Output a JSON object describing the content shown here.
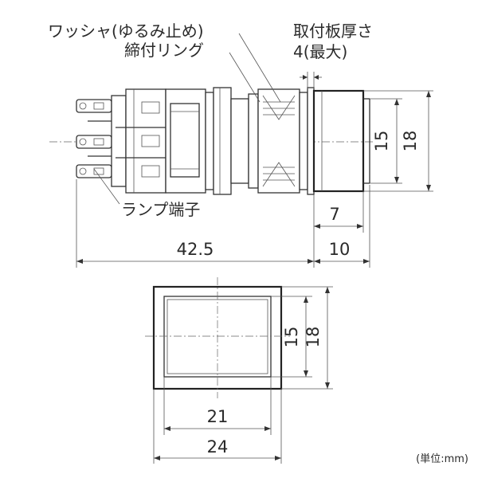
{
  "labels": {
    "washer": "ワッシャ(ゆるみ止め)",
    "ring": "締付リング",
    "plate_thickness_line1": "取付板厚さ",
    "plate_thickness_line2": "4(最大)",
    "lamp_terminal": "ランプ端子",
    "unit": "(単位:mm)"
  },
  "dimensions": {
    "side_height_inner": "15",
    "side_height_outer": "18",
    "cap_depth": "7",
    "body_length": "42.5",
    "front_length": "10",
    "front_height_inner": "15",
    "front_height_outer": "18",
    "front_width_inner": "21",
    "front_width_outer": "24"
  }
}
